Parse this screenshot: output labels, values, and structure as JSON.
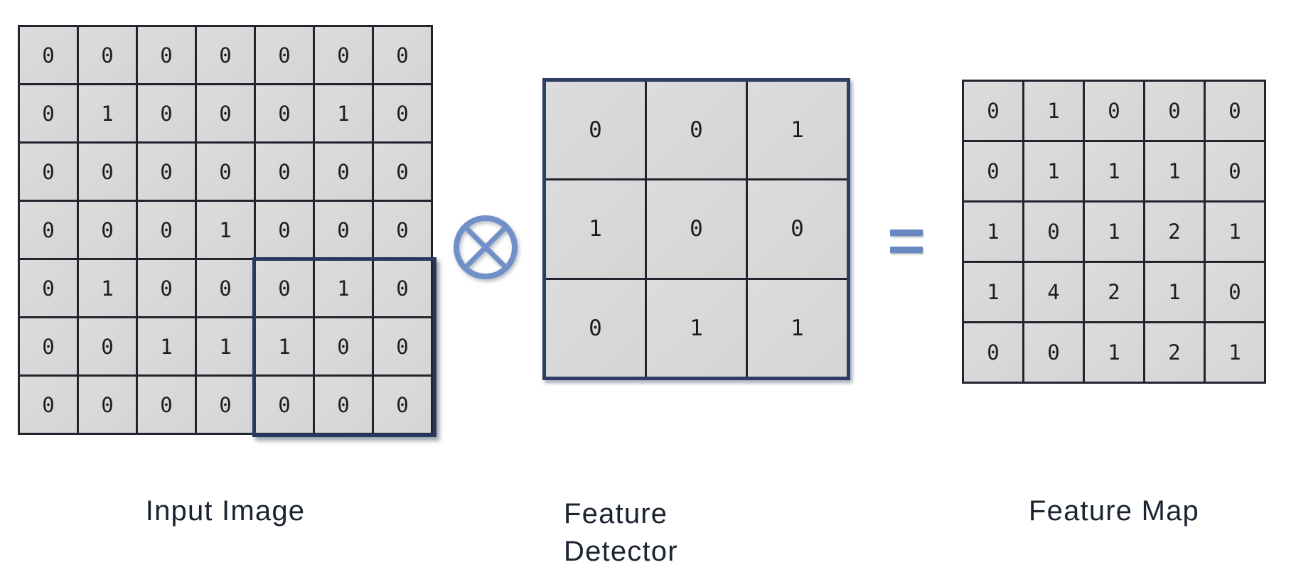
{
  "diagram": {
    "title_semantic": "convolution-operation",
    "operator_symbol": "⊗",
    "equals_symbol": "=",
    "colors": {
      "cell_fill": "#d8d8d8",
      "grid_line": "#23252e",
      "highlight_border": "#26395e",
      "detector_frame": "#2c3e66",
      "operator_blue": "#7090c7",
      "equals_blue": "#6687bf",
      "label_color": "#1c2330"
    },
    "input_image": {
      "label": "Input Image",
      "rows": 7,
      "cols": 7,
      "values": [
        [
          0,
          0,
          0,
          0,
          0,
          0,
          0
        ],
        [
          0,
          1,
          0,
          0,
          0,
          1,
          0
        ],
        [
          0,
          0,
          0,
          0,
          0,
          0,
          0
        ],
        [
          0,
          0,
          0,
          1,
          0,
          0,
          0
        ],
        [
          0,
          1,
          0,
          0,
          0,
          1,
          0
        ],
        [
          0,
          0,
          1,
          1,
          1,
          0,
          0
        ],
        [
          0,
          0,
          0,
          0,
          0,
          0,
          0
        ]
      ],
      "highlight_window": {
        "row_start": 5,
        "col_start": 5,
        "row_span": 3,
        "col_span": 3
      }
    },
    "feature_detector": {
      "label_line1": "Feature",
      "label_line2": "Detector",
      "rows": 3,
      "cols": 3,
      "values": [
        [
          0,
          0,
          1
        ],
        [
          1,
          0,
          0
        ],
        [
          0,
          1,
          1
        ]
      ]
    },
    "feature_map": {
      "label": "Feature Map",
      "rows": 5,
      "cols": 5,
      "values": [
        [
          0,
          1,
          0,
          0,
          0
        ],
        [
          0,
          1,
          1,
          1,
          0
        ],
        [
          1,
          0,
          1,
          2,
          1
        ],
        [
          1,
          4,
          2,
          1,
          0
        ],
        [
          0,
          0,
          1,
          2,
          1
        ]
      ]
    }
  }
}
